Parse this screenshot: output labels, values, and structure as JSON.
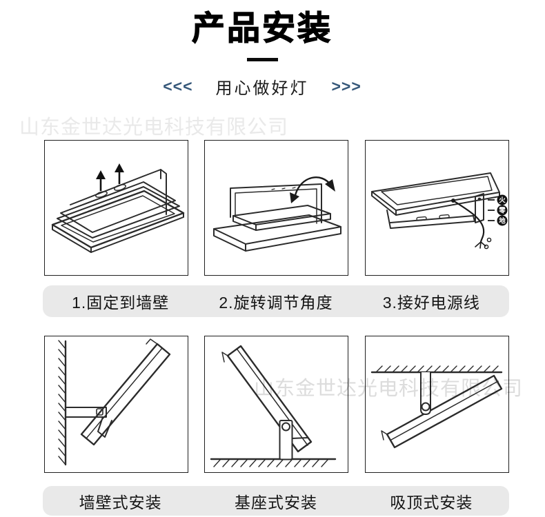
{
  "header": {
    "title": "产品安装",
    "tagline": "用心做好灯",
    "chevrons_left": "<<<",
    "chevrons_right": ">>>",
    "accent_color": "#36587a"
  },
  "watermark": {
    "text": "山东金世达光电科技有限公司"
  },
  "steps": {
    "captions": [
      "1.固定到墙壁",
      "2.旋转调节角度",
      "3.接好电源线"
    ]
  },
  "mounts": {
    "captions": [
      "墙壁式安装",
      "基座式安装",
      "吸顶式安装"
    ]
  },
  "wires": [
    "火",
    "零",
    "地"
  ],
  "colors": {
    "caption_bar": "#e9e9e9",
    "line_art": "#2b2b2b",
    "watermark": "#e0e0e0",
    "accent": "#36587a"
  }
}
